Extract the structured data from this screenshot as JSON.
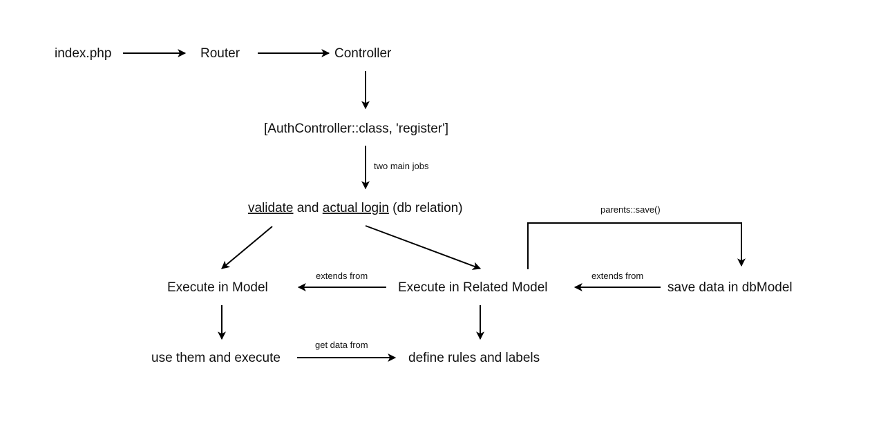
{
  "diagram": {
    "colors": {
      "stroke": "#000000",
      "text": "#111111",
      "background": "#ffffff"
    },
    "nodes": {
      "index": "index.php",
      "router": "Router",
      "controller": "Controller",
      "auth_call": "[AuthController::class, 'register']",
      "validate_word": "validate",
      "and_word": " and ",
      "actual_login_word": "actual login",
      "db_relation": " (db relation)",
      "exec_model": "Execute in Model",
      "exec_related_model": "Execute in Related Model",
      "save_dbmodel": "save data in dbModel",
      "use_them": "use them and execute",
      "define_rules": "define rules and labels"
    },
    "edges": {
      "two_main_jobs": "two main jobs",
      "extends_from_1": "extends from",
      "extends_from_2": "extends from",
      "parents_save": "parents::save()",
      "get_data_from": "get data from"
    }
  }
}
